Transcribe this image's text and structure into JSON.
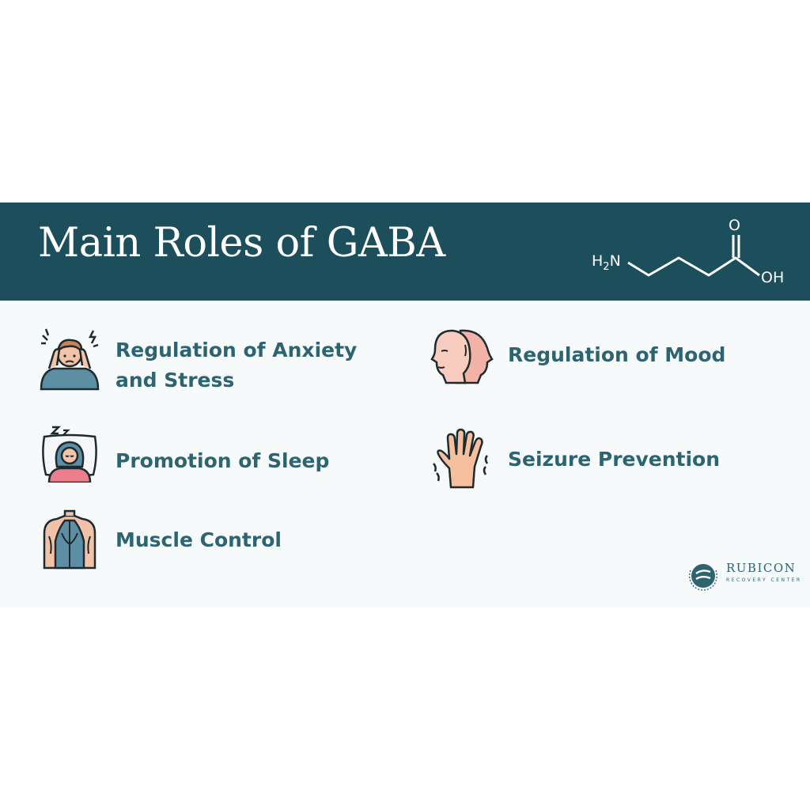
{
  "title": "Main Roles of GABA",
  "molecule": {
    "amine": "H",
    "amine_sub": "2",
    "amine_n": "N",
    "carbonyl_o": "O",
    "hydroxyl": "OH"
  },
  "items": [
    {
      "icon": "stressed-person-icon",
      "lines": [
        "Regulation of Anxiety",
        "and Stress"
      ]
    },
    {
      "icon": "two-faces-icon",
      "lines": [
        "Regulation of Mood"
      ]
    },
    {
      "icon": "sleeping-person-icon",
      "lines": [
        "Promotion of Sleep"
      ]
    },
    {
      "icon": "shaking-hand-icon",
      "lines": [
        "Seizure Prevention"
      ]
    },
    {
      "icon": "muscular-back-icon",
      "lines": [
        "Muscle Control"
      ]
    }
  ],
  "logo": {
    "name": "RUBICON",
    "sub": "RECOVERY CENTER"
  },
  "colors": {
    "banner": "#1c4f5b",
    "accent_text": "#2d6470",
    "panel": "#f6fafb"
  }
}
